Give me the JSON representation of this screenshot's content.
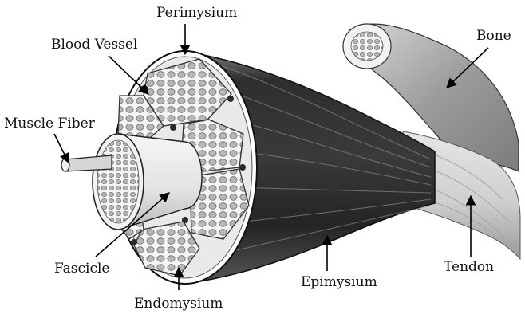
{
  "labels": {
    "perimysium": "Perimysium",
    "blood_vessel": "Blood Vessel",
    "bone": "Bone",
    "muscle_fiber": "Muscle Fiber",
    "fascicle": "Fascicle",
    "endomysium": "Endomysium",
    "epimysium": "Epimysium",
    "tendon": "Tendon"
  }
}
